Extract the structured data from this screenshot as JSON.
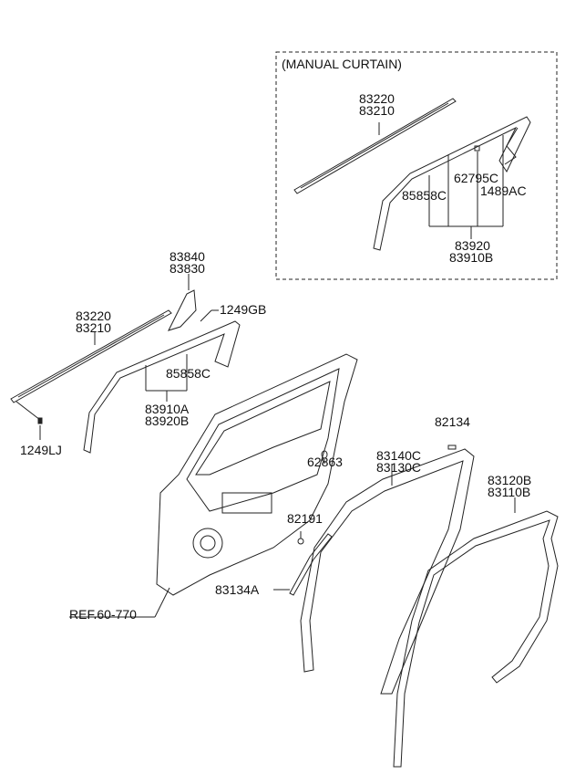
{
  "title": "(MANUAL CURTAIN)",
  "labels": {
    "curtain_rail": [
      "83220",
      "83210"
    ],
    "curtain_clip": "62795C",
    "curtain_fastener": "85858C",
    "curtain_screw": "1489AC",
    "curtain_garnish": [
      "83920",
      "83910B"
    ],
    "delta_garnish": [
      "83840",
      "83830"
    ],
    "delta_screw": "1249GB",
    "rail": [
      "83220",
      "83210"
    ],
    "fastener": "85858C",
    "garnish": [
      "83910A",
      "83920B"
    ],
    "rail_screw": "1249LJ",
    "plug_top": "82134",
    "weatherstrip_door": [
      "83140C",
      "83130C"
    ],
    "plug_door": "62863",
    "weatherstrip_body": [
      "83120B",
      "83110B"
    ],
    "plug_bottom": "82191",
    "seal_strip": "83134A",
    "ref": "REF.60-770"
  }
}
